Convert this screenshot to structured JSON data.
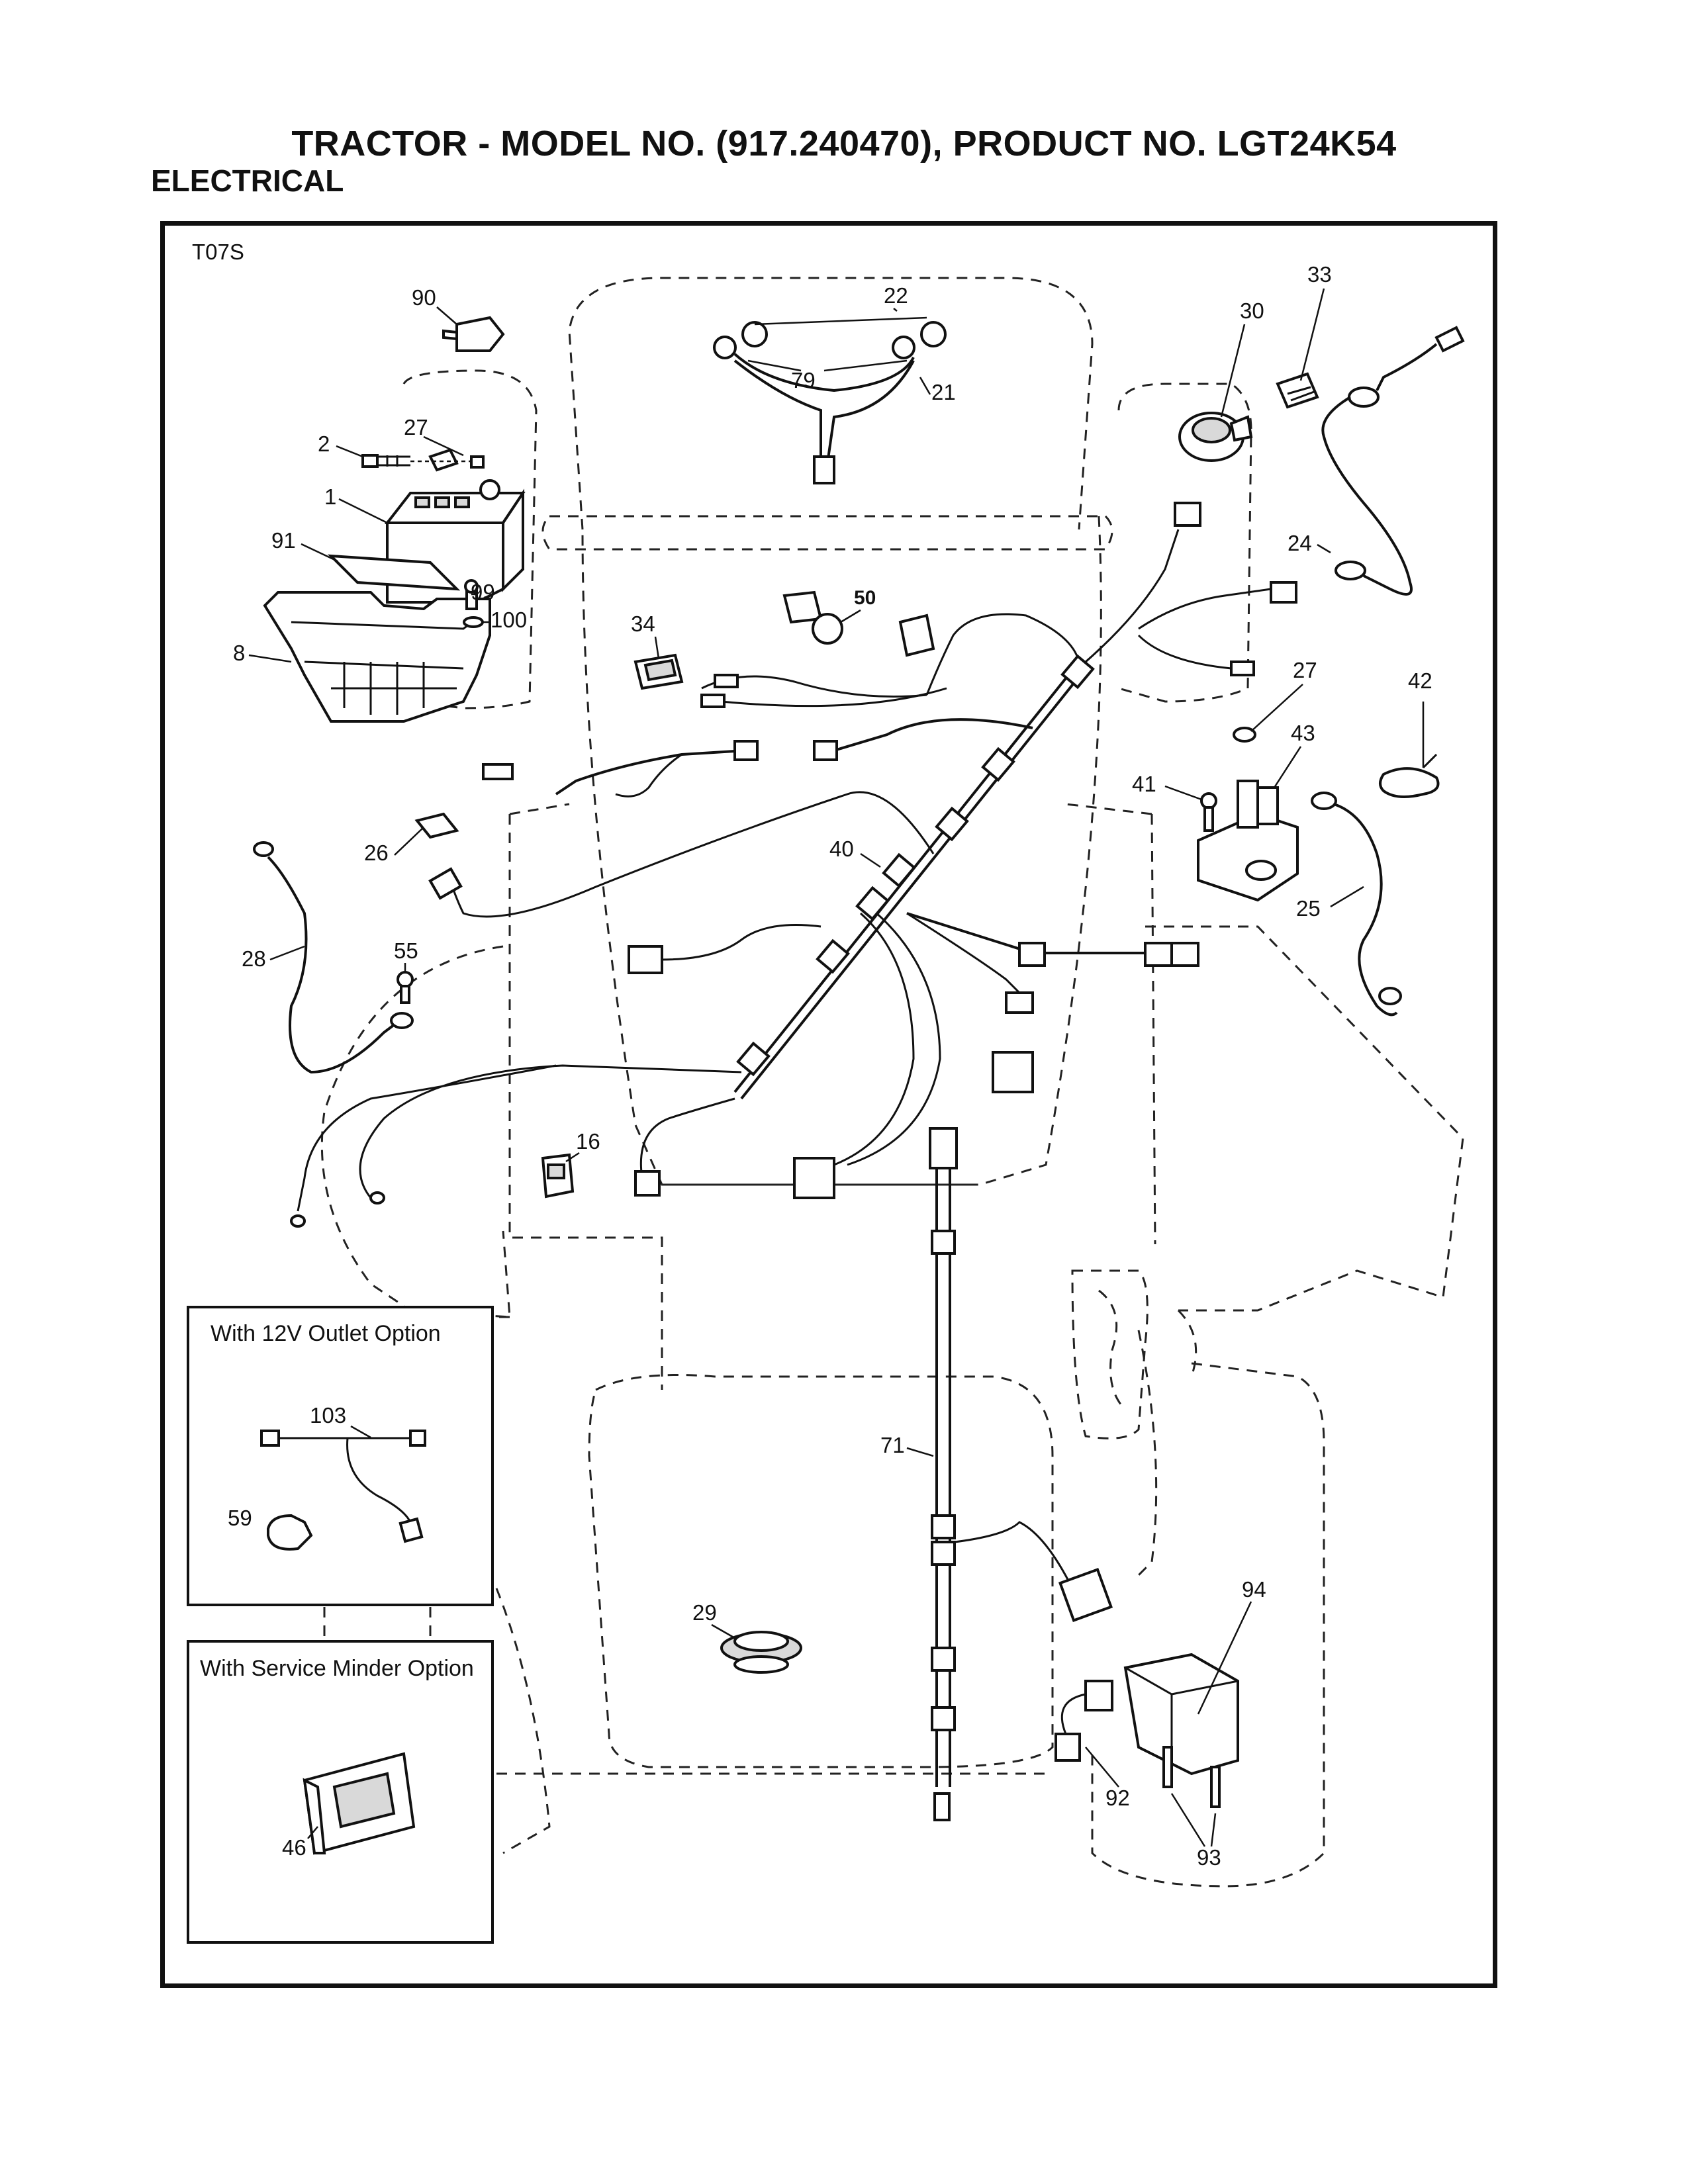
{
  "header": {
    "title": "TRACTOR - MODEL NO. (917.240470), PRODUCT NO. LGT24K54",
    "section": "ELECTRICAL"
  },
  "diagram": {
    "code": "T07S",
    "callouts": {
      "c1": "1",
      "c2": "2",
      "c8": "8",
      "c16": "16",
      "c21": "21",
      "c22": "22",
      "c24": "24",
      "c25": "25",
      "c26": "26",
      "c27a": "27",
      "c27b": "27",
      "c28": "28",
      "c29": "29",
      "c30": "30",
      "c33": "33",
      "c34": "34",
      "c40": "40",
      "c41": "41",
      "c42": "42",
      "c43": "43",
      "c50": "50",
      "c55": "55",
      "c71": "71",
      "c79": "79",
      "c90": "90",
      "c91": "91",
      "c92": "92",
      "c93": "93",
      "c94": "94",
      "c99": "99",
      "c100": "100"
    },
    "insets": {
      "outlet": {
        "title": "With 12V Outlet Option",
        "c103": "103",
        "c59": "59"
      },
      "service": {
        "title": "With Service Minder Option",
        "c46": "46"
      }
    }
  }
}
